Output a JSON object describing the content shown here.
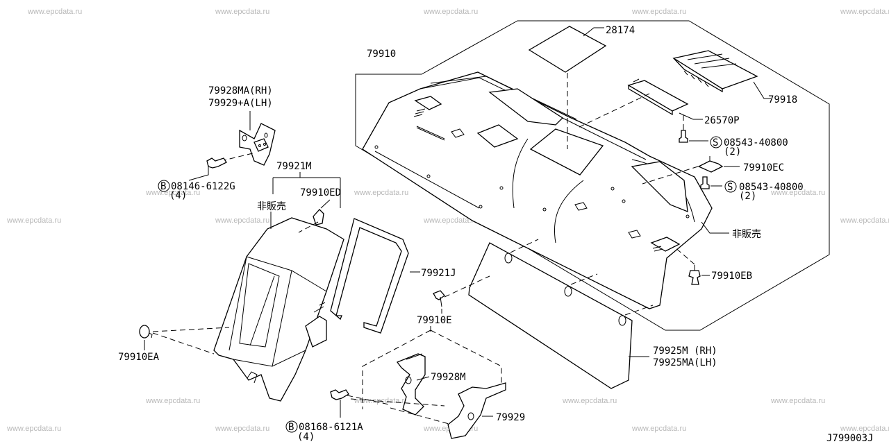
{
  "watermark": "www.epcdata.ru",
  "diagram_id": "J799003J",
  "parts": {
    "p28174": "28174",
    "p79910": "79910",
    "p79918": "79918",
    "p26570p": "26570P",
    "s1_code": "08543-40800",
    "s1_qty": "(2)",
    "p79910ec": "79910EC",
    "s2_code": "08543-40800",
    "s2_qty": "(2)",
    "nonsale_right": "非販売",
    "p79910eb": "79910EB",
    "p79928ma": "79928MA(RH)",
    "p79929a": "79929+A(LH)",
    "b1_code": "08146-6122G",
    "b1_qty": "(4)",
    "p79921m": "79921M",
    "nonsale_left": "非販売",
    "p79910ed": "79910ED",
    "p79921j": "79921J",
    "p79910e": "79910E",
    "p79910ea": "79910EA",
    "p79928m": "79928M",
    "p79929": "79929",
    "b2_code": "08168-6121A",
    "b2_qty": "(4)",
    "p79925m": "79925M (RH)",
    "p79925ma": "79925MA(LH)"
  },
  "symbols": {
    "screw": "S",
    "bolt": "B"
  }
}
